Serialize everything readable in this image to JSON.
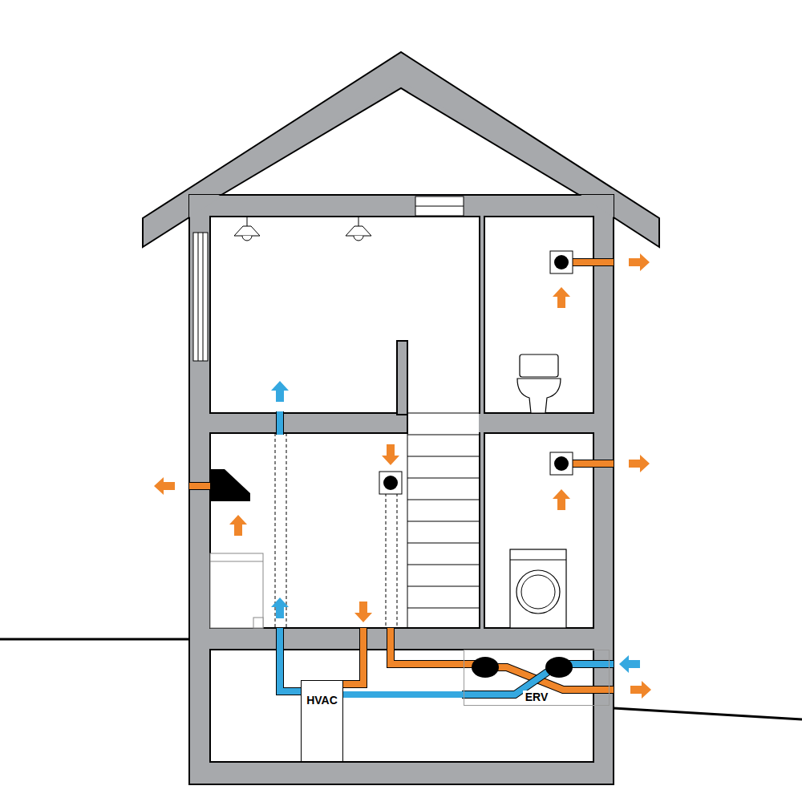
{
  "diagram": {
    "nodes": [
      {
        "text": [
          "HVAC"
        ]
      },
      {
        "text": [
          "ERV"
        ]
      }
    ],
    "edges": [
      {
        "from": 1,
        "to": 0,
        "arrow": "none"
      }
    ]
  }
}
